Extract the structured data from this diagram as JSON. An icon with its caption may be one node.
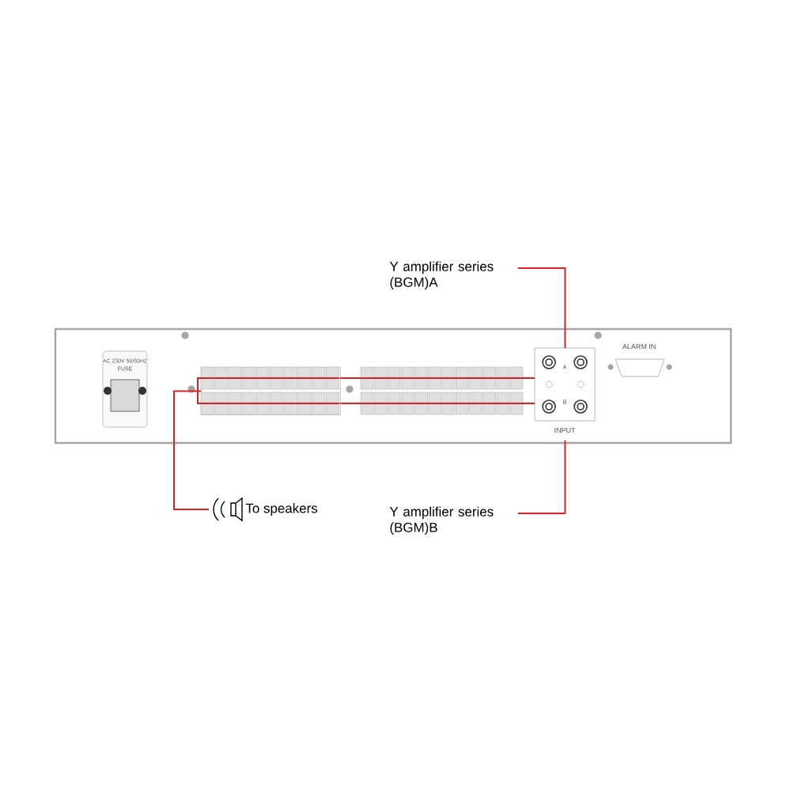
{
  "diagram": {
    "nodes": [
      {
        "text": [
          "Y amplifier series (BGM)A"
        ]
      },
      {
        "text": [
          "Y amplifier series (BGM)B"
        ]
      },
      {
        "text": [
          "To speakers"
        ]
      },
      {
        "text": [
          "INPUT"
        ]
      },
      {
        "text": [],
        "shape": "box"
      }
    ],
    "edges": [
      {
        "from": 0,
        "to": 3,
        "arrow": "none"
      },
      {
        "from": 1,
        "to": 3,
        "arrow": "none"
      },
      {
        "from": 2,
        "to": 4,
        "arrow": "none"
      }
    ],
    "labels": [
      "AC 230V 50/60HZ",
      "FUSE",
      "A",
      "B",
      "ALARM IN"
    ]
  }
}
